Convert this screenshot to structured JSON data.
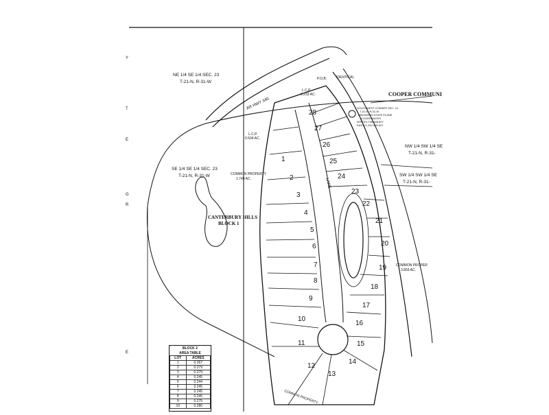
{
  "colors": {
    "ink": "#111111",
    "paper": "#ffffff"
  },
  "labels": {
    "sec_ne": "NE 1/4 SE 1/4 SEC. 23",
    "sec_ne_twp": "T-21-N, R-31-W",
    "sec_se": "SE 1/4 SE 1/4 SEC. 23",
    "sec_se_twp": "T-21-N, R-31-W",
    "sec_nw": "NW 1/4 SW 1/4 SE",
    "sec_nw_twp": "T-21-N, R-31-",
    "sec_sw": "SW 1/4 SW 1/4 SE",
    "sec_sw_twp": "T-21-N, R-31-",
    "cooper": "COOPER COMMUNI",
    "canterbury": "CANTERBURY HILLS",
    "canterbury_block": "BLOCK 1",
    "hwy": "AR HWY 340",
    "lcp_top": "L.C.P.",
    "lcp_top_ac": "0.233 AC.",
    "lcp_mid": "L.C.P.",
    "lcp_mid_ac": "0.504 AC.",
    "common_left": "COMMON PROPERTY",
    "common_left_ac": "1.749 AC.",
    "common_right": "COMMON PROPER",
    "common_right_ac": "3.859 AC.",
    "common_bottom": "COMMON PROPERTY",
    "corner_title": "SOUTHWEST CORNER SEC. 24",
    "corner_twp": "T-21-N, R-31-W",
    "corner_plane": "ARKANSAS STATE PLANE",
    "corner_coord": "COORDINATES",
    "corner_north": "NORTH=706,466.697",
    "corner_east": "EAST=1,342,406.621",
    "lane": "LANE",
    "pob": "P.O.B.",
    "identical": "IDENTICAL"
  },
  "lots": [
    "1",
    "2",
    "3",
    "4",
    "5",
    "6",
    "7",
    "8",
    "9",
    "10",
    "11",
    "12",
    "13",
    "14",
    "15",
    "16",
    "17",
    "18",
    "19",
    "20",
    "21",
    "22",
    "23",
    "24",
    "25",
    "26",
    "27",
    "28"
  ],
  "area_table": {
    "title": "BLOCK 2",
    "subtitle": "AREA TABLE",
    "headers": [
      "LOT",
      "ACRES"
    ],
    "rows": [
      [
        "1",
        "0.267"
      ],
      [
        "2",
        "0.279"
      ],
      [
        "3",
        "0.279"
      ],
      [
        "4",
        "0.245"
      ],
      [
        "5",
        "0.244"
      ],
      [
        "6",
        "0.245"
      ],
      [
        "7",
        "0.245"
      ],
      [
        "8",
        "0.245"
      ],
      [
        "9",
        "0.275"
      ],
      [
        "10",
        "0.280"
      ]
    ]
  },
  "margin_marks": [
    "Y",
    "T",
    "E",
    "G",
    "R",
    "E"
  ]
}
